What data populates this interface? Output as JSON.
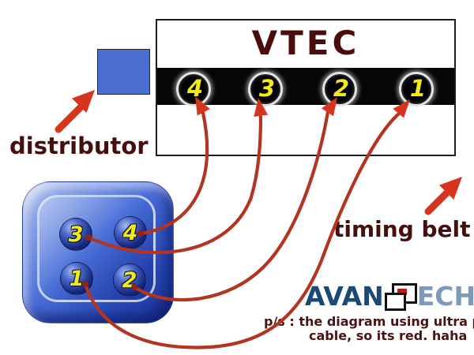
{
  "engine": {
    "title": "VTEC",
    "plugs": [
      {
        "label": "4"
      },
      {
        "label": "3"
      },
      {
        "label": "2"
      },
      {
        "label": "1"
      }
    ]
  },
  "distributor": {
    "label": "distributor"
  },
  "cap": {
    "terminals": [
      {
        "label": "3"
      },
      {
        "label": "4"
      },
      {
        "label": "1"
      },
      {
        "label": "2"
      }
    ]
  },
  "timing_belt": {
    "label": "timing belt"
  },
  "logo": {
    "left": "AVAN",
    "right": "ECH"
  },
  "note": {
    "line1": "p/s : the diagram using ultra plug",
    "line2": "cable, so its red. haha"
  },
  "colors": {
    "cable": "#b23522",
    "arrow": "#d6341c",
    "maroon_text": "#470e0e",
    "distributor_blue": "#4a6fd0",
    "number_yellow": "#f3e81c",
    "logo_dark_blue": "#1c4875",
    "logo_light_blue": "#7f9ab9",
    "logo_red": "#c11414",
    "band_black": "#060606"
  }
}
